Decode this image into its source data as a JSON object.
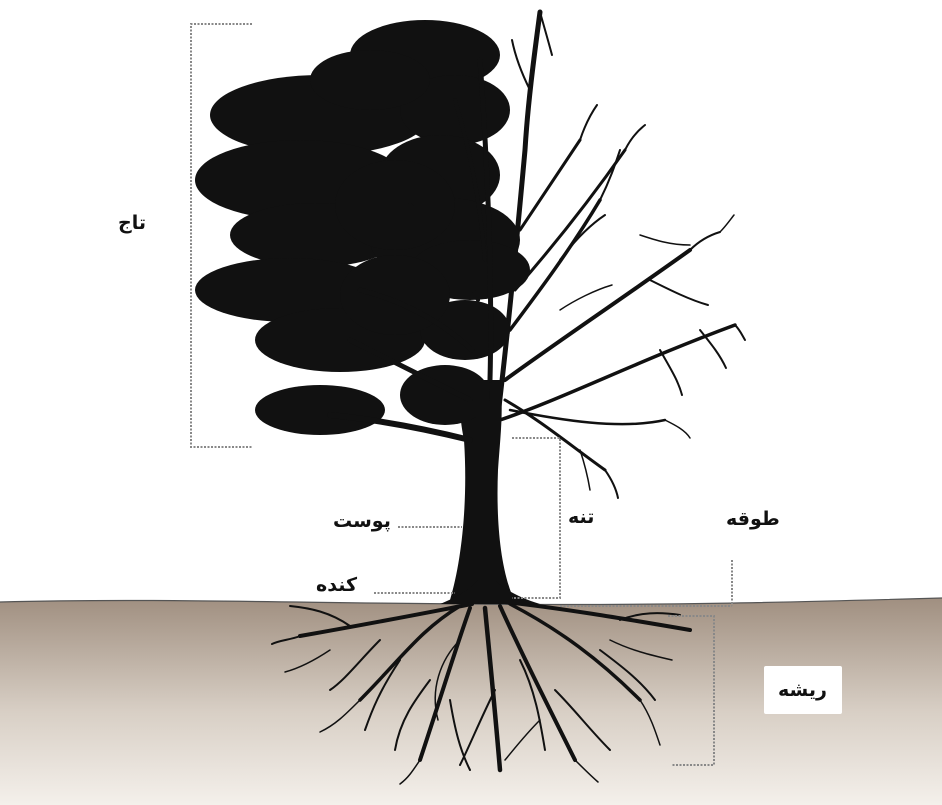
{
  "labels": {
    "crown": "تاج",
    "bark": "پوست",
    "trunk": "تنه",
    "collar": "طوقه",
    "stump": "کنده",
    "roots": "ریشه"
  },
  "colors": {
    "silhouette": "#111111",
    "soil_top": "#a08f80",
    "soil_bottom": "#f2eee9",
    "bracket": "#888888",
    "label_text": "#111111"
  }
}
